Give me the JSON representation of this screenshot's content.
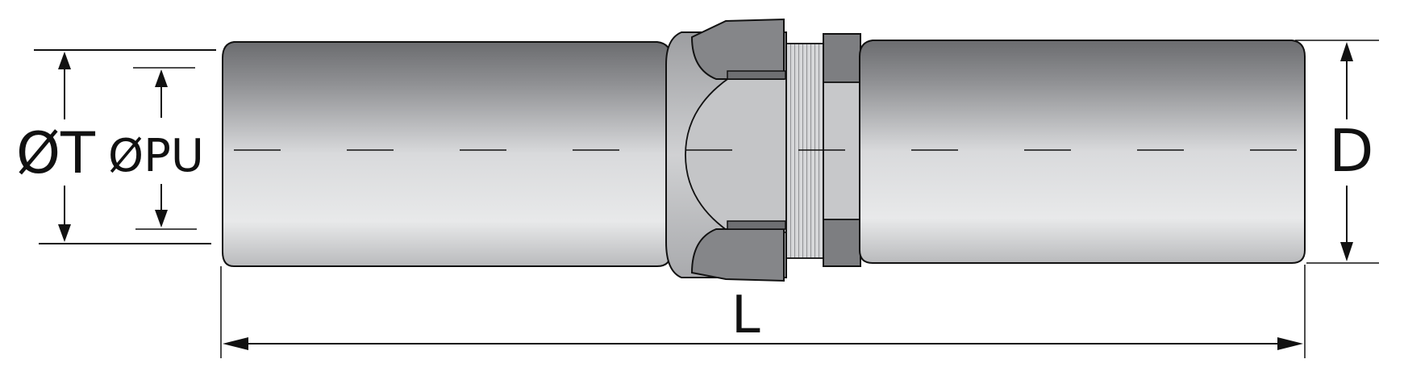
{
  "labels": {
    "outer_diameter": "ØT",
    "pipe_diameter": "ØPU",
    "body_diameter": "D",
    "length": "L"
  },
  "colors": {
    "line": "#111111",
    "tube_dark": "#6e6f72",
    "tube_light": "#e6e7e8",
    "body_light": "#c9cacc",
    "nut": "#808184",
    "thread": "#d2d3d5"
  }
}
